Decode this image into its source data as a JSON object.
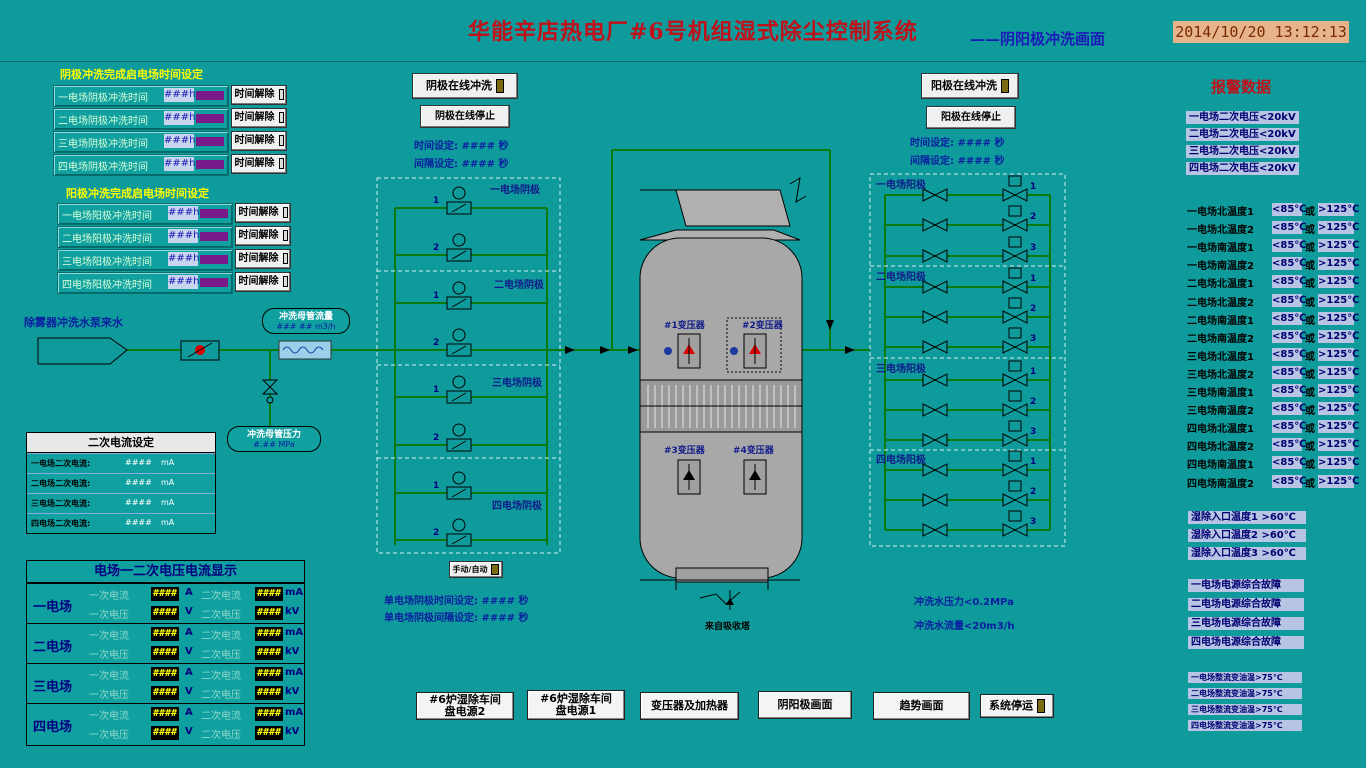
{
  "header": {
    "title": "华能辛店热电厂#6号机组湿式除尘控制系统",
    "subtitle": "——阴阳极冲洗画面",
    "clock": "2014/10/20 13:12:13"
  },
  "cathode_settings": {
    "title": "阴极冲洗完成启电场时间设定",
    "rows": [
      {
        "label": "一电场阴极冲洗时间",
        "value": "###h",
        "button": "时间解除"
      },
      {
        "label": "二电场阴极冲洗时间",
        "value": "###h",
        "button": "时间解除"
      },
      {
        "label": "三电场阴极冲洗时间",
        "value": "###h",
        "button": "时间解除"
      },
      {
        "label": "四电场阴极冲洗时间",
        "value": "###h",
        "button": "时间解除"
      }
    ]
  },
  "anode_settings": {
    "title": "阳极冲洗完成启电场时间设定",
    "rows": [
      {
        "label": "一电场阳极冲洗时间",
        "value": "###h",
        "button": "时间解除"
      },
      {
        "label": "二电场阳极冲洗时间",
        "value": "###h",
        "button": "时间解除"
      },
      {
        "label": "三电场阳极冲洗时间",
        "value": "###h",
        "button": "时间解除"
      },
      {
        "label": "四电场阳极冲洗时间",
        "value": "###h",
        "button": "时间解除"
      }
    ]
  },
  "water": {
    "pump_label": "除雾器冲洗水泵来水",
    "flow_title": "冲洗母管流量",
    "flow_value": "### ## m3/h",
    "pressure_title": "冲洗母管压力",
    "pressure_value": "#.## MPa"
  },
  "secondary_current": {
    "title": "二次电流设定",
    "rows": [
      {
        "label": "一电场二次电流:",
        "value": "####",
        "unit": "mA"
      },
      {
        "label": "二电场二次电流:",
        "value": "####",
        "unit": "mA"
      },
      {
        "label": "三电场二次电流:",
        "value": "####",
        "unit": "mA"
      },
      {
        "label": "四电场二次电流:",
        "value": "####",
        "unit": "mA"
      }
    ]
  },
  "display": {
    "title": "电场一二次电压电流显示",
    "groups": [
      {
        "name": "一电场",
        "r1a": "一次电流",
        "r1v": "####",
        "r1u": "A",
        "r1b": "二次电流",
        "r1w": "####",
        "r1x": "mA",
        "r2a": "一次电压",
        "r2v": "####",
        "r2u": "V",
        "r2b": "二次电压",
        "r2w": "####",
        "r2x": "kV"
      },
      {
        "name": "二电场",
        "r1a": "一次电流",
        "r1v": "####",
        "r1u": "A",
        "r1b": "二次电流",
        "r1w": "####",
        "r1x": "mA",
        "r2a": "一次电压",
        "r2v": "####",
        "r2u": "V",
        "r2b": "二次电压",
        "r2w": "####",
        "r2x": "kV"
      },
      {
        "name": "三电场",
        "r1a": "一次电流",
        "r1v": "####",
        "r1u": "A",
        "r1b": "二次电流",
        "r1w": "####",
        "r1x": "mA",
        "r2a": "一次电压",
        "r2v": "####",
        "r2u": "V",
        "r2b": "二次电压",
        "r2w": "####",
        "r2x": "kV"
      },
      {
        "name": "四电场",
        "r1a": "一次电流",
        "r1v": "####",
        "r1u": "A",
        "r1b": "二次电流",
        "r1w": "####",
        "r1x": "mA",
        "r2a": "一次电压",
        "r2v": "####",
        "r2u": "V",
        "r2b": "二次电压",
        "r2w": "####",
        "r2x": "kV"
      }
    ]
  },
  "cathode": {
    "start_button": "阴极在线冲洗",
    "stop_button": "阴极在线停止",
    "time_set": "时间设定: #### 秒",
    "interval_set": "间隔设定: #### 秒",
    "fields": [
      "一电场阴极",
      "二电场阴极",
      "三电场阴极",
      "四电场阴极"
    ],
    "single_time": "单电场阴极时间设定: #### 秒",
    "single_interval": "单电场阴极间隔设定: #### 秒",
    "mode_button": "手动/自动"
  },
  "anode": {
    "start_button": "阳极在线冲洗",
    "stop_button": "阳极在线停止",
    "time_set": "时间设定: #### 秒",
    "interval_set": "间隔设定: #### 秒",
    "fields": [
      "一电场阳极",
      "二电场阳极",
      "三电场阳极",
      "四电场阳极"
    ],
    "pressure_alarm": "冲洗水压力<0.2MPa",
    "flow_alarm": "冲洗水流量<20m3/h"
  },
  "tank": {
    "transformers": [
      "#1变压器",
      "#2变压器",
      "#3变压器",
      "#4变压器"
    ],
    "inlet_label": "来自吸收塔"
  },
  "alarms": {
    "title": "报警数据",
    "voltage": [
      "一电场二次电压<20kV",
      "二电场二次电压<20kV",
      "三电场二次电压<20kV",
      "四电场二次电压<20kV"
    ],
    "temps": [
      "一电场北温度1",
      "一电场北温度2",
      "一电场南温度1",
      "一电场南温度2",
      "二电场北温度1",
      "二电场北温度2",
      "二电场南温度1",
      "二电场南温度2",
      "三电场北温度1",
      "三电场北温度2",
      "三电场南温度1",
      "三电场南温度2",
      "四电场北温度1",
      "四电场北温度2",
      "四电场南温度1",
      "四电场南温度2"
    ],
    "temp_low": "<85℃",
    "temp_or": "或",
    "temp_high": ">125℃",
    "inlet": [
      "湿除入口温度1 >60℃",
      "湿除入口温度2 >60℃",
      "湿除入口温度3 >60℃"
    ],
    "power_fault": [
      "一电场电源综合故障",
      "二电场电源综合故障",
      "三电场电源综合故障",
      "四电场电源综合故障"
    ],
    "rectifier": [
      "一电场整流变油温>75℃",
      "二电场整流变油温>75℃",
      "三电场整流变油温>75℃",
      "四电场整流变油温>75℃"
    ]
  },
  "bottom_nav": {
    "b1": "#6炉湿除车间\n盘电源2",
    "b2": "#6炉湿除车间\n盘电源1",
    "b3": "变压器及加热器",
    "b4": "阴阳极画面",
    "b5": "趋势画面",
    "b6": "系统停运"
  }
}
